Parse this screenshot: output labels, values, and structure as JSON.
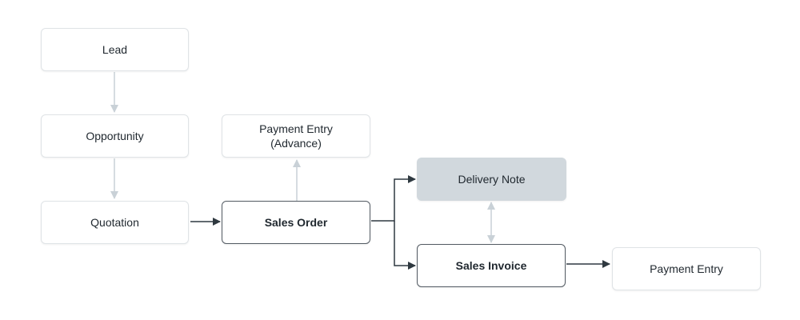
{
  "nodes": {
    "lead": "Lead",
    "opportunity": "Opportunity",
    "quotation": "Quotation",
    "sales_order": "Sales Order",
    "payment_entry_advance": "Payment Entry\n(Advance)",
    "delivery_note": "Delivery Note",
    "sales_invoice": "Sales Invoice",
    "payment_entry": "Payment Entry"
  },
  "colors": {
    "edge_light": "#c9d1d7",
    "edge_dark": "#2f3940",
    "node_border": "#dfe3e6",
    "node_active_border": "#525a62",
    "node_muted_fill": "#d1d8dd"
  }
}
